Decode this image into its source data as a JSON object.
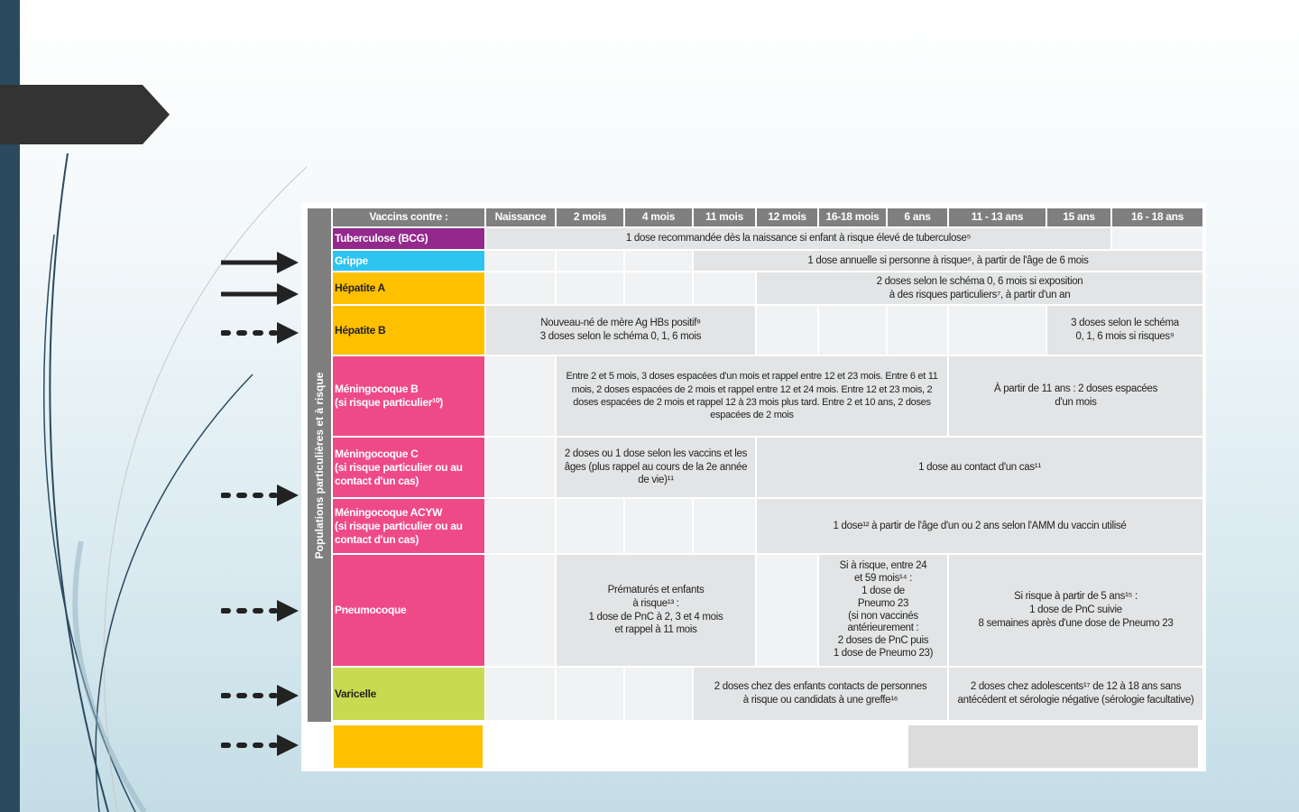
{
  "side_label": "Populations particulières et à risque",
  "headers": [
    "Vaccins contre :",
    "Naissance",
    "2 mois",
    "4 mois",
    "11 mois",
    "12 mois",
    "16-18 mois",
    "6 ans",
    "11 - 13 ans",
    "15 ans",
    "16 - 18 ans"
  ],
  "rows": {
    "tb": {
      "label": "Tuberculose (BCG)",
      "dose": "1 dose recommandée dès la naissance si enfant à risque élevé de tuberculose⁵"
    },
    "grippe": {
      "label": "Grippe",
      "dose": "1 dose annuelle si personne à risque⁶, à partir de l'âge de 6 mois"
    },
    "hepa": {
      "label": "Hépatite A",
      "dose": "2 doses selon le schéma 0, 6 mois si exposition\nà des risques particuliers⁷, à partir d'un an"
    },
    "hepb": {
      "label": "Hépatite B",
      "dose_newborn": "Nouveau-né de mère Ag HBs positif⁸\n3 doses selon le schéma 0, 1, 6 mois",
      "dose_teen": "3 doses selon le schéma\n0, 1, 6 mois si risques⁹"
    },
    "menb": {
      "label": "Méningocoque B\n(si risque particulier¹⁰)",
      "dose_child": "Entre 2 et 5 mois, 3 doses espacées d'un mois et rappel entre 12 et 23 mois. Entre 6 et 11 mois, 2 doses espacées de 2 mois et rappel entre 12 et 24 mois. Entre 12 et 23 mois, 2 doses espacées de 2 mois et rappel 12 à 23 mois plus tard. Entre 2 et 10 ans, 2 doses espacées de 2 mois",
      "dose_teen": "À partir de 11 ans : 2 doses espacées\nd'un mois"
    },
    "menc": {
      "label": "Méningocoque C\n(si risque particulier ou au contact d'un cas)",
      "dose_infant": "2 doses ou 1 dose selon les vaccins et les âges (plus rappel au cours de la 2e année de vie)¹¹",
      "dose_contact": "1 dose au contact d'un cas¹¹"
    },
    "acyw": {
      "label": "Méningocoque ACYW\n(si risque particulier ou au contact d'un cas)",
      "dose": "1 dose¹² à partir de l'âge d'un ou 2 ans selon l'AMM du vaccin utilisé"
    },
    "pneumo": {
      "label": "Pneumocoque",
      "dose_infant": "Prématurés et enfants\nà risque¹³ :\n1 dose de PnC à 2, 3 et 4 mois\net rappel à 11 mois",
      "dose_child": "Si à risque, entre 24\net 59 mois¹⁴ :\n1 dose de\nPneumo 23\n(si non vaccinés\nantérieurement :\n2 doses de PnC puis\n1 dose de Pneumo 23)",
      "dose_older": "Si risque à partir de 5 ans¹⁵ :\n1 dose de PnC suivie\n8 semaines après d'une dose de Pneumo 23"
    },
    "varicelle": {
      "label": "Varicelle",
      "dose_child": "2 doses chez des enfants contacts de personnes\nà risque ou candidats à une greffe¹⁶",
      "dose_teen": "2 doses chez adolescents¹⁷ de 12 à 18 ans sans antécédent et sérologie négative (sérologie facultative)"
    }
  },
  "colors": {
    "tb": "#93298c",
    "grippe": "#2dc4f2",
    "hep": "#ffc000",
    "men": "#ef4a88",
    "varicelle": "#c8db50"
  }
}
